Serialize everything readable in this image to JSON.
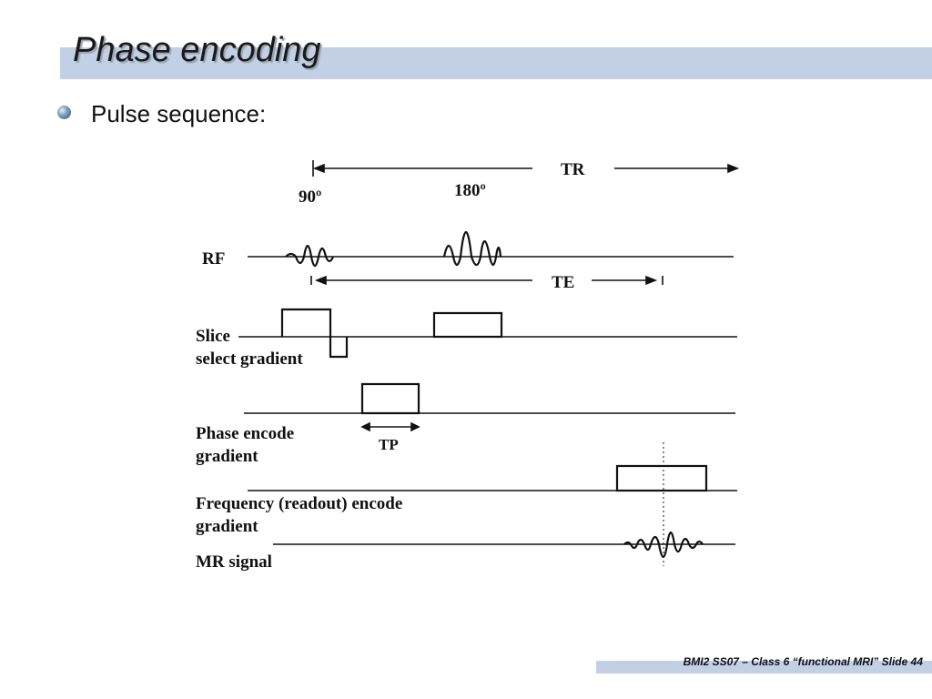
{
  "slide": {
    "title": "Phase encoding",
    "bullet": "Pulse sequence:",
    "footer": "BMI2 SS07 – Class 6 “functional MRI” Slide 44"
  },
  "diagram": {
    "tr_label": "TR",
    "te_label": "TE",
    "tp_label": "TP",
    "pulse_90": "90º",
    "pulse_180": "180º",
    "rows": {
      "rf": "RF",
      "slice_1": "Slice",
      "slice_2": "select gradient",
      "phase_1": "Phase encode",
      "phase_2": "gradient",
      "freq_1": "Frequency (readout) encode",
      "freq_2": "gradient",
      "mr": "MR signal"
    }
  }
}
